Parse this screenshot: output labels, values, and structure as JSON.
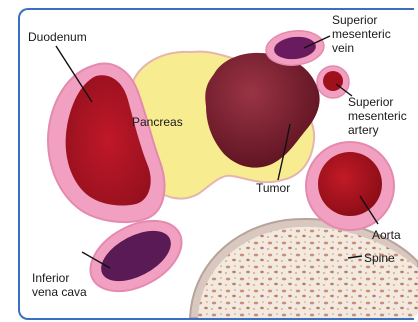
{
  "labels": {
    "duodenum": "Duodenum",
    "pancreas": "Pancreas",
    "smv_line1": "Superior",
    "smv_line2": "mesenteric",
    "smv_line3": "vein",
    "sma_line1": "Superior",
    "sma_line2": "mesenteric",
    "sma_line3": "artery",
    "tumor": "Tumor",
    "aorta": "Aorta",
    "spine": "Spine",
    "ivc_line1": "Inferior",
    "ivc_line2": "vena cava"
  },
  "colors": {
    "frame": "#3a6fc4",
    "pancreas": "#f7ec8f",
    "pancreas_outline": "#e3a9a9",
    "tumor": "#7b1e2c",
    "vessel_wall": "#f2a0c1",
    "vessel_blood": "#a0101c",
    "vein_blood": "#5a1a55",
    "spine": "#f3eadf"
  }
}
